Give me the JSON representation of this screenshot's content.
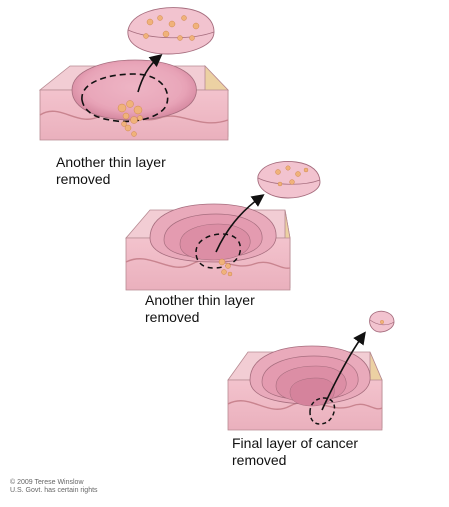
{
  "captions": [
    {
      "line1": "Another thin layer",
      "line2": "removed"
    },
    {
      "line1": "Another thin layer",
      "line2": "removed"
    },
    {
      "line1": "Final layer of cancer",
      "line2": "removed"
    }
  ],
  "credit": {
    "line1": "© 2009 Terese Winslow",
    "line2": "U.S. Govt. has certain rights"
  },
  "colors": {
    "skin_top": "#f2c6cf",
    "skin_side": "#f0bcc7",
    "wound": "#e6a3b5",
    "wound_deep": "#d88aa0",
    "tissue_tan": "#efd3a6",
    "cancer": "#f0b27a",
    "outline": "#8a6a70"
  }
}
